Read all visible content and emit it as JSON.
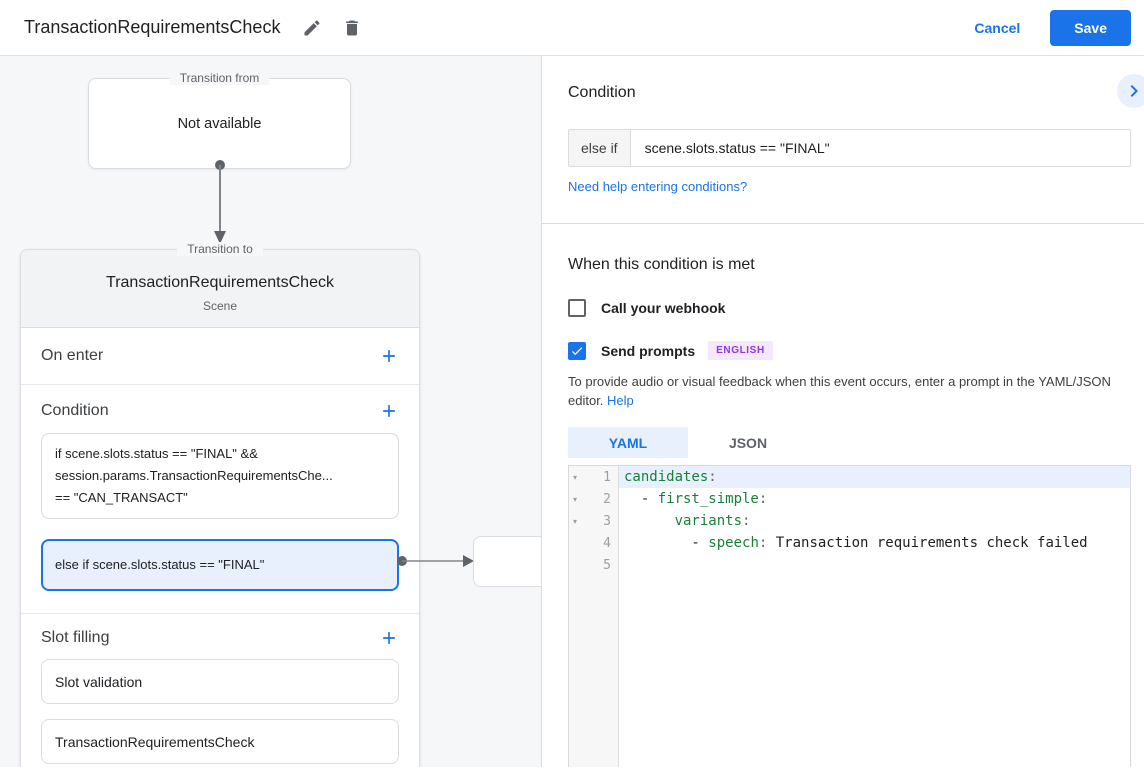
{
  "header": {
    "title": "TransactionRequirementsCheck",
    "cancel_label": "Cancel",
    "save_label": "Save"
  },
  "canvas": {
    "transition_from": {
      "legend": "Transition from",
      "content": "Not available"
    },
    "scene_card": {
      "legend": "Transition to",
      "title": "TransactionRequirementsCheck",
      "subtitle": "Scene",
      "on_enter_label": "On enter",
      "condition_label": "Condition",
      "condition_items": [
        {
          "selected": false,
          "lines": [
            "if scene.slots.status == \"FINAL\" &&",
            "session.params.TransactionRequirementsChe...",
            "== \"CAN_TRANSACT\""
          ]
        },
        {
          "selected": true,
          "lines": [
            "else if scene.slots.status == \"FINAL\""
          ]
        }
      ],
      "slot_filling_label": "Slot filling",
      "slot_items": [
        "Slot validation",
        "TransactionRequirementsCheck"
      ]
    }
  },
  "panel": {
    "condition": {
      "heading": "Condition",
      "keyword_label": "else if",
      "expression": "scene.slots.status == \"FINAL\"",
      "help_link": "Need help entering conditions?"
    },
    "when_met": {
      "heading": "When this condition is met",
      "webhook": {
        "label": "Call your webhook",
        "checked": false
      },
      "prompts": {
        "label": "Send prompts",
        "checked": true,
        "badge": "ENGLISH"
      },
      "description": "To provide audio or visual feedback when this event occurs, enter a prompt in the YAML/JSON editor.",
      "description_link": "Help",
      "tabs": [
        {
          "label": "YAML",
          "active": true
        },
        {
          "label": "JSON",
          "active": false
        }
      ]
    },
    "editor": {
      "lines": [
        {
          "number": 1,
          "foldable": true,
          "highlighted": true,
          "segments": [
            {
              "t": "key",
              "s": "candidates"
            },
            {
              "t": "punct",
              "s": ":"
            }
          ]
        },
        {
          "number": 2,
          "foldable": true,
          "highlighted": false,
          "segments": [
            {
              "t": "plain",
              "s": "  - "
            },
            {
              "t": "key",
              "s": "first_simple"
            },
            {
              "t": "punct",
              "s": ":"
            }
          ]
        },
        {
          "number": 3,
          "foldable": true,
          "highlighted": false,
          "segments": [
            {
              "t": "plain",
              "s": "      "
            },
            {
              "t": "key",
              "s": "variants"
            },
            {
              "t": "punct",
              "s": ":"
            }
          ]
        },
        {
          "number": 4,
          "foldable": false,
          "highlighted": false,
          "segments": [
            {
              "t": "plain",
              "s": "        - "
            },
            {
              "t": "key",
              "s": "speech"
            },
            {
              "t": "punct",
              "s": ": "
            },
            {
              "t": "plain",
              "s": "Transaction requirements check failed"
            }
          ]
        },
        {
          "number": 5,
          "foldable": false,
          "highlighted": false,
          "segments": []
        }
      ]
    }
  },
  "icons": {
    "edit": "pencil-icon",
    "delete": "trash-icon",
    "collapse": "chevron-right-icon",
    "add": "plus-icon",
    "check": "check-icon"
  },
  "colors": {
    "accent": "#1a73e8",
    "selection-bg": "#e8f0fe",
    "badge-bg": "#f3e8fd",
    "badge-text": "#9334e6",
    "code-key": "#188038",
    "border": "#dadce0",
    "canvas-bg": "#f6f7f8",
    "card-header-bg": "#f1f3f4",
    "text-primary": "#202124",
    "text-secondary": "#5f6368",
    "gutter-bg": "#f7f7f7"
  }
}
